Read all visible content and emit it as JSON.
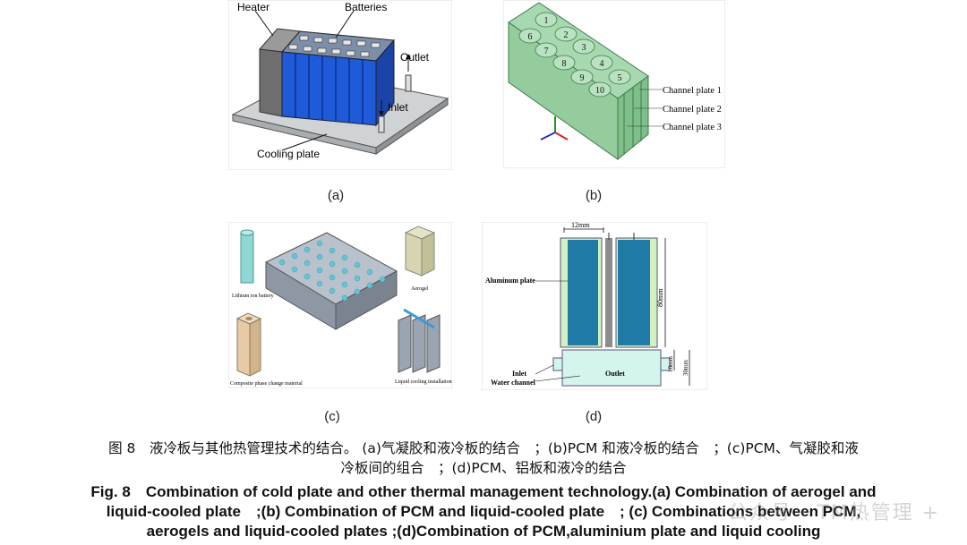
{
  "panel_a": {
    "heater": "Heater",
    "batteries": "Batteries",
    "outlet": "Outlet",
    "inlet": "Inlet",
    "cooling_plate": "Cooling plate",
    "label": "(a)"
  },
  "panel_b": {
    "cells": [
      "1",
      "2",
      "3",
      "4",
      "5",
      "6",
      "7",
      "8",
      "9",
      "10"
    ],
    "channel_plate_1": "Channel plate 1",
    "channel_plate_2": "Channel plate 2",
    "channel_plate_3": "Channel plate 3",
    "label": "(b)"
  },
  "panel_c": {
    "battery": "Lithium ion battery",
    "aerogel": "Aerogel",
    "pcm": "Composite phase change material",
    "liquid": "Liquid cooling installation",
    "label": "(c)"
  },
  "panel_d": {
    "dim_12mm": "12mm",
    "dim_80mm": "80mm",
    "dim_10mm": "10mm",
    "dim_30mm": "30mm",
    "aluminum_plate": "Aluminum plate",
    "inlet": "Inlet",
    "outlet": "Outlet",
    "water_channel": "Water channel",
    "label": "(d)"
  },
  "caption": {
    "cn_line1": "图 8　液冷板与其他热管理技术的结合。 (a)气凝胶和液冷板的结合　；(b)PCM 和液冷板的结合　；(c)PCM、气凝胶和液",
    "cn_line2": "冷板间的组合　；(d)PCM、铝板和液冷的结合",
    "en_line1": "Fig. 8　Combination of cold plate and other thermal management technology.(a) Combination of aerogel and",
    "en_line2": "liquid-cooled plate　;(b) Combination of PCM and liquid-cooled plate　; (c) Combinations between PCM,",
    "en_line3": "aerogels and liquid-cooled plates ;(d)Combination of PCM,aluminium plate and liquid cooling"
  },
  "watermark": "公众号 · TM热管理 +"
}
